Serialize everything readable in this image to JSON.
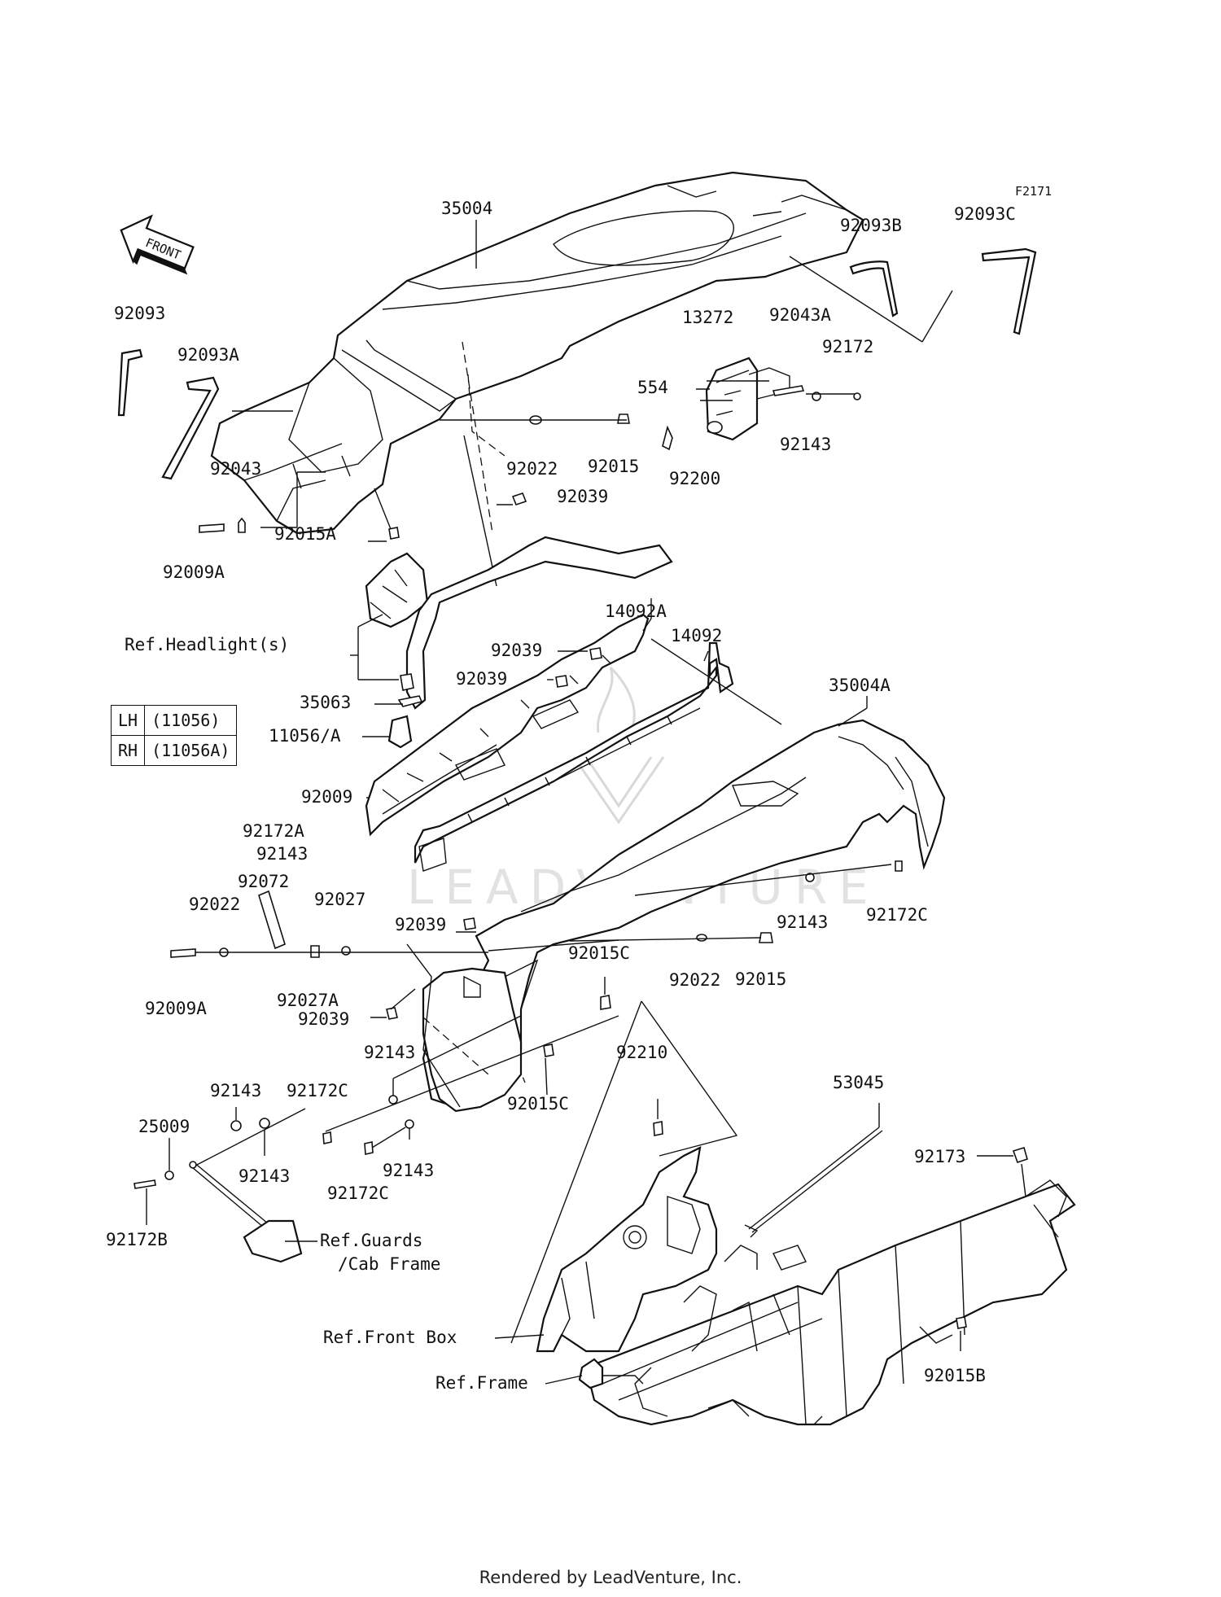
{
  "figure_code": "F2171",
  "direction": "FRONT",
  "footer": "Rendered by LeadVenture, Inc.",
  "watermark": "LEADVENTURE",
  "side_table": [
    {
      "side": "LH",
      "part": "(11056)"
    },
    {
      "side": "RH",
      "part": "(11056A)"
    }
  ],
  "part_numbers": {
    "p35004": "35004",
    "p92093b": "92093B",
    "p92093c": "92093C",
    "p92093": "92093",
    "p92093a": "92093A",
    "p13272": "13272",
    "p92043a": "92043A",
    "p92172": "92172",
    "p554": "554",
    "p92143_top": "92143",
    "p92022_top": "92022",
    "p92015_top": "92015",
    "p92200": "92200",
    "p92039_top": "92039",
    "p92043": "92043",
    "p92015a": "92015A",
    "p92009a_top": "92009A",
    "p14092a": "14092A",
    "p14092": "14092",
    "p92039_m1": "92039",
    "p92039_m2": "92039",
    "p35063": "35063",
    "p11056a": "11056/A",
    "p92009": "92009",
    "p35004a": "35004A",
    "p92172a": "92172A",
    "p92143_m": "92143",
    "p92072": "92072",
    "p92022_l": "92022",
    "p92027": "92027",
    "p92039_m3": "92039",
    "p92172c_r": "92172C",
    "p92143_r": "92143",
    "p92009a_l": "92009A",
    "p92027a": "92027A",
    "p92015c_a": "92015C",
    "p92022_r": "92022",
    "p92015_r": "92015",
    "p92039_l": "92039",
    "p92143_c": "92143",
    "p92210": "92210",
    "p53045": "53045",
    "p92015c_b": "92015C",
    "p92143_l1": "92143",
    "p92172c_l": "92172C",
    "p25009": "25009",
    "p92143_l2": "92143",
    "p92143_c2": "92143",
    "p92172c_c": "92172C",
    "p92173": "92173",
    "p92172b": "92172B",
    "p92015b": "92015B"
  },
  "references": {
    "headlight": "Ref.Headlight(s)",
    "guards_1": "Ref.Guards",
    "guards_2": "/Cab Frame",
    "front_box": "Ref.Front Box",
    "frame": "Ref.Frame"
  }
}
